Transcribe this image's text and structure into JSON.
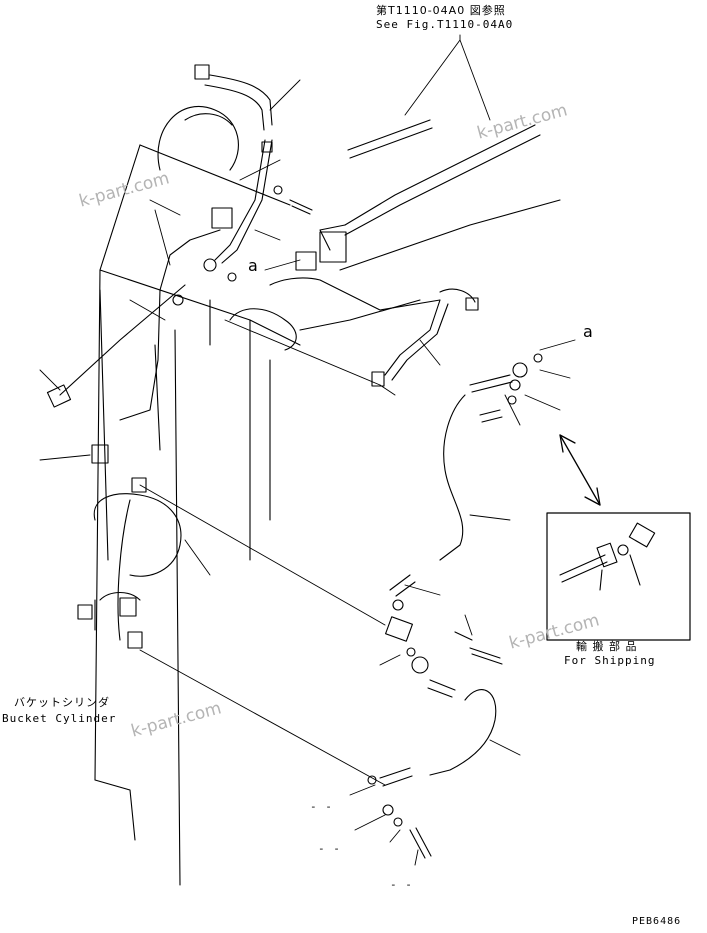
{
  "labels": {
    "see_fig_jp": "第T1110-04A0 図参照",
    "see_fig_en": "See Fig.T1110-04A0",
    "shipping_jp": "輸 搬 部 品",
    "shipping_en": "For Shipping",
    "bucket_cylinder_jp": "バケットシリンダ",
    "bucket_cylinder_en": "Bucket Cylinder",
    "ref_a_left": "a",
    "ref_a_right": "a",
    "drawing_no": "PEB6486",
    "dash_1": "- -",
    "dash_2": "- -",
    "dash_3": "- -"
  },
  "watermarks": [
    "k-part.com",
    "k-part.com",
    "k-part.com",
    "k-part.com"
  ],
  "colors": {
    "line": "#000000",
    "watermark": "#b4b4b4",
    "background": "#ffffff"
  }
}
